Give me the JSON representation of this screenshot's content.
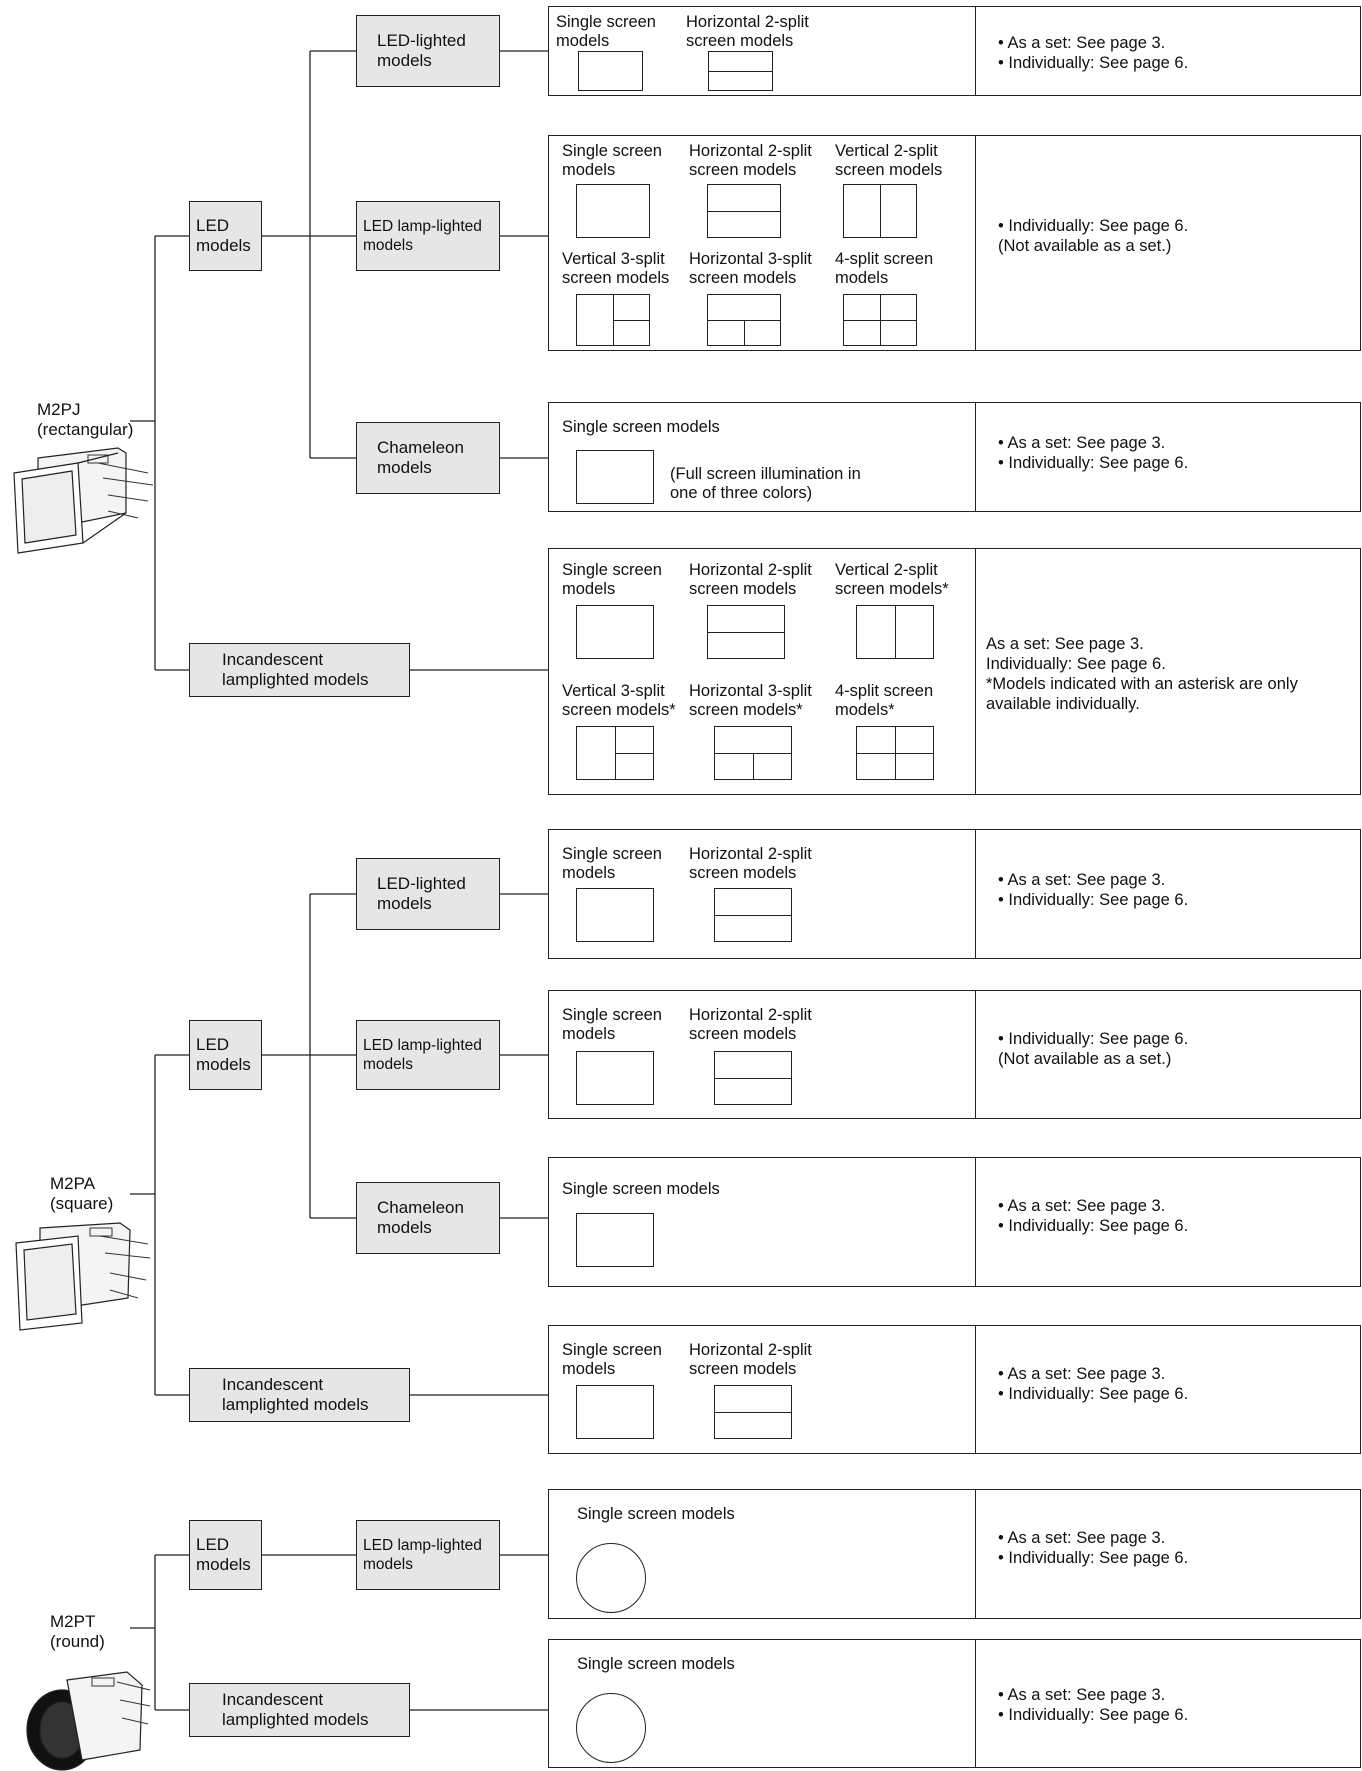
{
  "families": [
    {
      "name": "M2PJ\n(rectangular)",
      "photo": "rectangular-switch-photo",
      "branches": [
        {
          "group": "LED\nmodels",
          "types": [
            "LED-lighted\nmodels",
            "LED lamp-lighted\nmodels",
            "Chameleon\nmodels"
          ]
        },
        {
          "group": "Incandescent\nlamplighted models",
          "types": []
        }
      ]
    },
    {
      "name": "M2PA\n(square)",
      "photo": "square-switch-photo",
      "branches": [
        {
          "group": "LED\nmodels",
          "types": [
            "LED-lighted\nmodels",
            "LED lamp-lighted\nmodels",
            "Chameleon\nmodels"
          ]
        },
        {
          "group": "Incandescent\nlamplighted models",
          "types": []
        }
      ]
    },
    {
      "name": "M2PT\n(round)",
      "photo": "round-switch-photo",
      "branches": [
        {
          "group": "LED\nmodels",
          "types": [
            "LED lamp-lighted\nmodels"
          ]
        },
        {
          "group": "Incandescent\nlamplighted models",
          "types": []
        }
      ]
    }
  ],
  "screens": {
    "single": "Single screen\nmodels",
    "single_inline": "Single screen models",
    "h2": "Horizontal 2-split\nscreen models",
    "v2": "Vertical 2-split\nscreen models",
    "v2_star": "Vertical 2-split\nscreen models*",
    "v3": "Vertical 3-split\nscreen models",
    "v3_star": "Vertical 3-split\nscreen models*",
    "h3": "Horizontal 3-split\nscreen models",
    "h3_star": "Horizontal 3-split\nscreen models*",
    "s4": "4-split screen\nmodels",
    "s4_star": "4-split screen\nmodels*",
    "chameleon_note": "(Full screen illumination in\none of three colors)"
  },
  "notes": {
    "set_and_individual": "• As a set: See page 3.\n• Individually: See page 6.",
    "individual_only": "• Individually: See page 6.\n  (Not available as a set.)",
    "incandescent_rect": "As a set: See page 3.\nIndividually: See page 6.\n*Models indicated with an asterisk are only\navailable individually."
  }
}
